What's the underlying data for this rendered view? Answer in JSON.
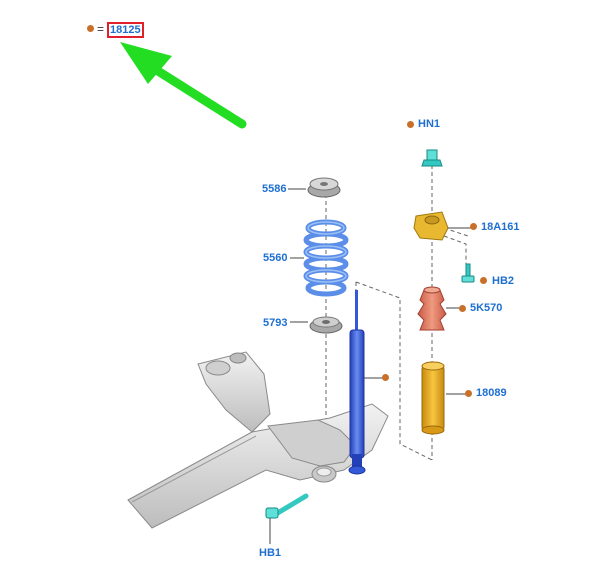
{
  "legend": {
    "equals": "=",
    "part": "18125"
  },
  "callouts": {
    "hn1": "HN1",
    "p18a161": "18A161",
    "hb2": "HB2",
    "p5k570": "5K570",
    "p18089": "18089",
    "p5586": "5586",
    "p5560": "5560",
    "p5793": "5793",
    "hb1": "HB1"
  },
  "colors": {
    "label": "#1f6fd1",
    "dot": "#c8702a",
    "highlight_box": "#e0202a",
    "arrow": "#22dd22",
    "shock": "#3358d8",
    "bump_stop": "#e07860",
    "dust_boot": "#e8a820",
    "bolt": "#33c8c0",
    "axle": "#d8d8d8"
  }
}
